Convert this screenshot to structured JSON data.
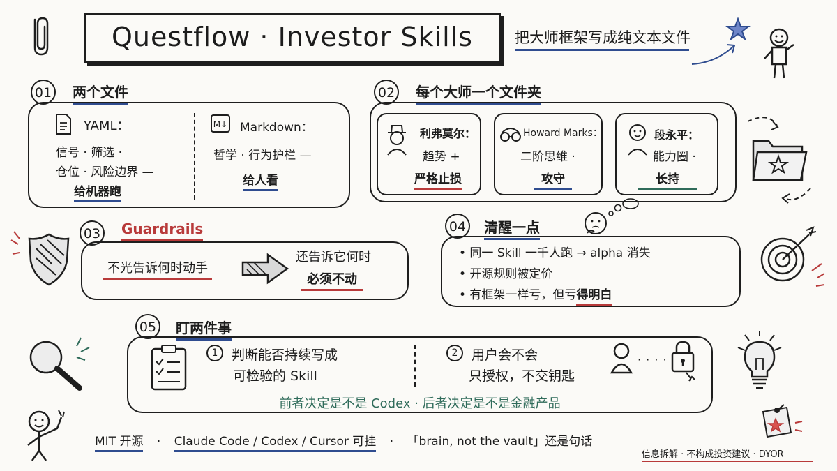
{
  "header": {
    "title": "Questflow · Investor Skills",
    "tagline": "把大师框架写成纯文本文件"
  },
  "sec1": {
    "num": "01",
    "title": "两个文件",
    "yaml_label": "YAML：",
    "yaml_line1": "信号 · 筛选 ·",
    "yaml_line2": "仓位 · 风险边界 —",
    "yaml_line3": "给机器跑",
    "md_icon": "M↓",
    "md_label": "Markdown：",
    "md_line1": "哲学 · 行为护栏 —",
    "md_line2": "给人看"
  },
  "sec2": {
    "num": "02",
    "title": "每个大师一个文件夹",
    "cards": [
      {
        "name": "利弗莫尔：",
        "line1": "趋势 +",
        "line2": "严格止损"
      },
      {
        "name": "Howard Marks：",
        "line1": "二阶思维 ·",
        "line2": "攻守"
      },
      {
        "name": "段永平：",
        "line1": "能力圈 ·",
        "line2": "长持"
      }
    ]
  },
  "sec3": {
    "num": "03",
    "title": "Guardrails",
    "left": "不光告诉何时动手",
    "right1": "还告诉它何时",
    "right2": "必须不动"
  },
  "sec4": {
    "num": "04",
    "title": "清醒一点",
    "bullets": [
      "• 同一 Skill 一千人跑 → alpha 消失",
      "• 开源规则被定价",
      "• 有框架一样亏，但亏"
    ],
    "bullet3_emph": "得明白"
  },
  "sec5": {
    "num": "05",
    "title": "盯两件事",
    "item1_num": "1",
    "item1_line1": "判断能否持续写成",
    "item1_line2": "可检验的 Skill",
    "item2_num": "2",
    "item2_line1": "用户会不会",
    "item2_line2": "只授权，不交钥匙",
    "dots": "· · · ·",
    "conclusion": "前者决定是不是 Codex · 后者决定是不是金融产品"
  },
  "footer": {
    "part1": "MIT 开源",
    "sep": "·",
    "part2": "Claude Code / Codex / Cursor 可挂",
    "part3": "「brain, not the vault」还是句话",
    "disclaimer": "信息拆解 · 不构成投资建议 · DYOR"
  },
  "colors": {
    "blue": "#2f4c8f",
    "red": "#b83a3a",
    "green": "#2f6b5a",
    "ink": "#1e1e1e"
  }
}
